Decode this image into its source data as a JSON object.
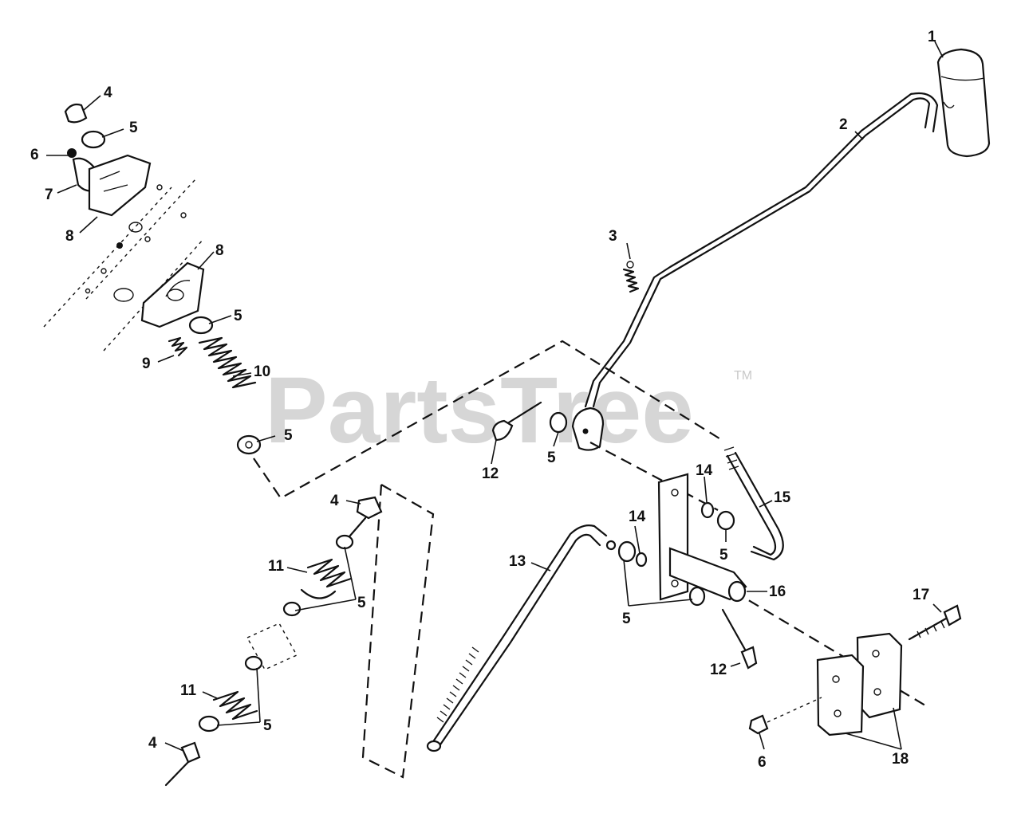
{
  "watermark": {
    "text": "PartsTree",
    "tm": "TM"
  },
  "callouts": {
    "c1": "1",
    "c2": "2",
    "c3": "3",
    "c4a": "4",
    "c4b": "4",
    "c4c": "4",
    "c5a": "5",
    "c5b": "5",
    "c5c": "5",
    "c5d": "5",
    "c5e": "5",
    "c5f": "5",
    "c5g": "5",
    "c5h": "5",
    "c6a": "6",
    "c6b": "6",
    "c7": "7",
    "c8a": "8",
    "c8b": "8",
    "c9": "9",
    "c10": "10",
    "c11a": "11",
    "c11b": "11",
    "c12a": "12",
    "c12b": "12",
    "c13": "13",
    "c14a": "14",
    "c14b": "14",
    "c15": "15",
    "c16": "16",
    "c17": "17",
    "c18": "18"
  }
}
